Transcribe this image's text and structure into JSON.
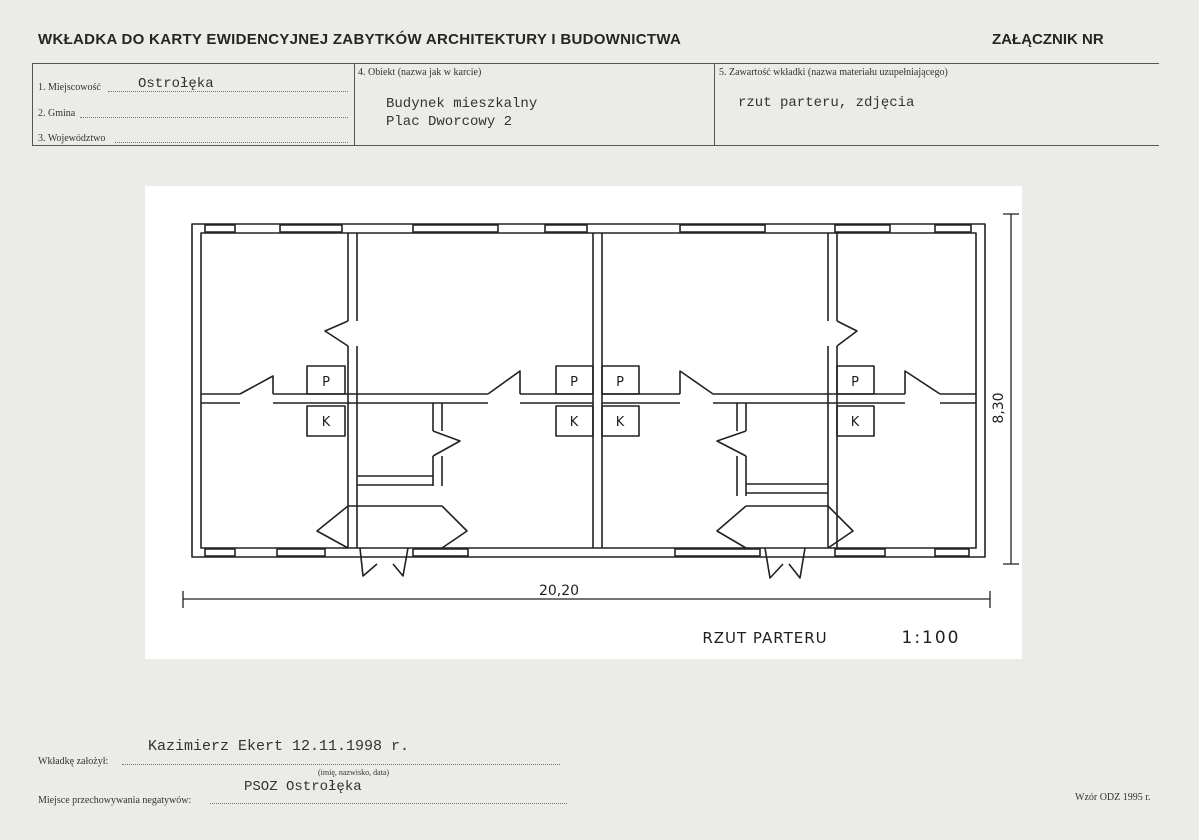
{
  "header": {
    "title": "WKŁADKA DO KARTY EWIDENCYJNEJ ZABYTKÓW ARCHITEKTURY I BUDOWNICTWA",
    "annex": "ZAŁĄCZNIK NR"
  },
  "fields": {
    "locality_label": "1. Miejscowość",
    "locality_value": "Ostrołęka",
    "municipality_label": "2. Gmina",
    "voivodeship_label": "3. Województwo",
    "object_label": "4. Obiekt  (nazwa jak w karcie)",
    "object_line1": "Budynek mieszkalny",
    "object_line2": "Plac Dworcowy 2",
    "content_label": "5. Zawartość wkładki  (nazwa materiału uzupełniającego)",
    "content_value": "rzut parteru, zdjęcia"
  },
  "plan": {
    "room_labels": [
      "P",
      "K",
      "P",
      "P",
      "K",
      "K",
      "P",
      "K"
    ],
    "width_dim": "20,20",
    "depth_dim": "8,30",
    "caption": "RZUT PARTERU",
    "scale": "1:100"
  },
  "footer": {
    "creator_label": "Wkładkę założył:",
    "creator_value": "Kazimierz Ekert  12.11.1998 r.",
    "creator_hint": "(imię, nazwisko, data)",
    "storage_label": "Miejsce przechowywania negatywów:",
    "storage_value": "PSOZ Ostrołęka",
    "form_code": "Wzór ODZ 1995 r."
  }
}
